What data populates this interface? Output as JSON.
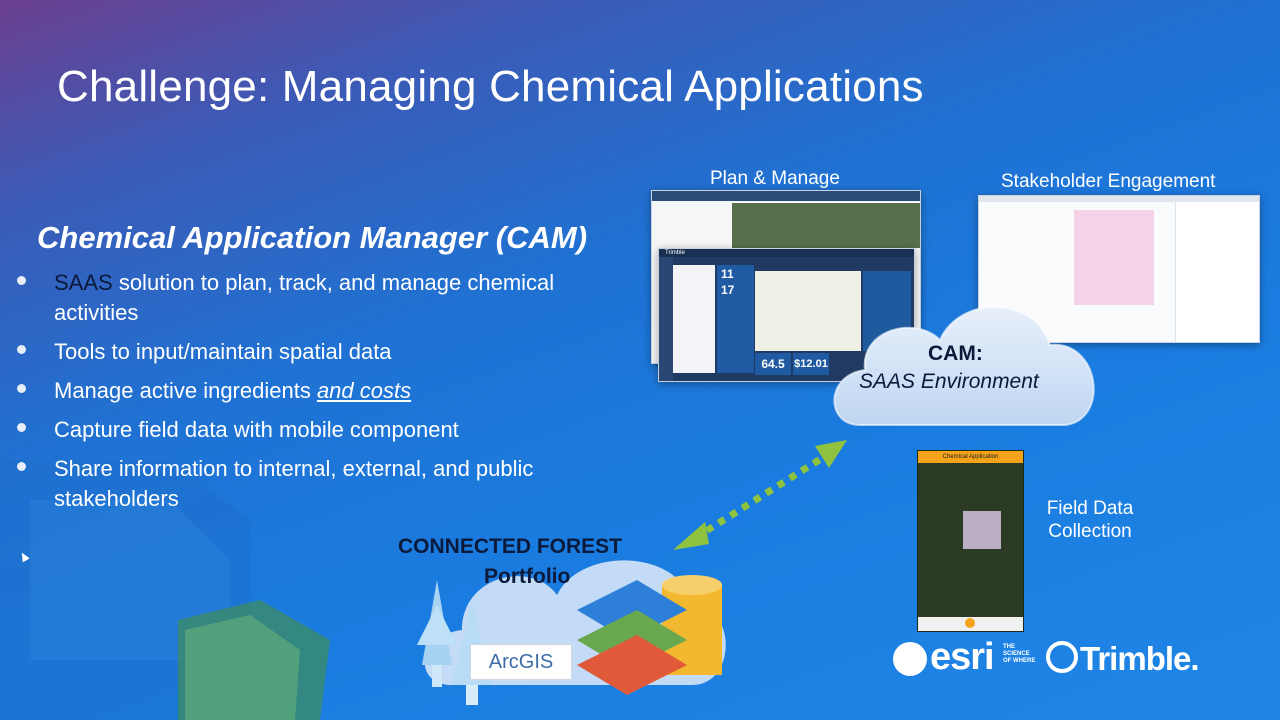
{
  "slide": {
    "title": "Challenge:  Managing Chemical Applications",
    "subtitle": "Chemical Application Manager (CAM)",
    "bullets": [
      {
        "lead": "SAAS",
        "text": " solution to plan, track, and manage chemical activities"
      },
      {
        "text": "Tools to input/maintain spatial data"
      },
      {
        "text": "Manage active ingredients ",
        "emph": "and costs"
      },
      {
        "text": "Capture field data with mobile component"
      },
      {
        "text": "Share information to internal, external, and public stakeholders"
      }
    ]
  },
  "diagram": {
    "plan_manage_label": "Plan & Manage",
    "stakeholder_label": "Stakeholder Engagement",
    "cloud_title": "CAM:",
    "cloud_subtitle": "SAAS Environment",
    "portfolio_title": "CONNECTED FOREST",
    "portfolio_subtitle": "Portfolio",
    "arcgis_label": "ArcGIS",
    "field_data_label": "Field Data Collection",
    "dashboard": {
      "brand": "Trimble",
      "stat1": "11",
      "stat2": "17",
      "value1": "64.5",
      "value2": "$12.01"
    },
    "phone": {
      "header": "Chemical Application"
    }
  },
  "logos": {
    "esri": "esri",
    "esri_tagline": "THE SCIENCE OF WHERE",
    "trimble": "Trimble."
  },
  "colors": {
    "accent_green": "#8fc23f",
    "dark_text": "#0b1a3a",
    "cloud": "#dfe9f7"
  }
}
